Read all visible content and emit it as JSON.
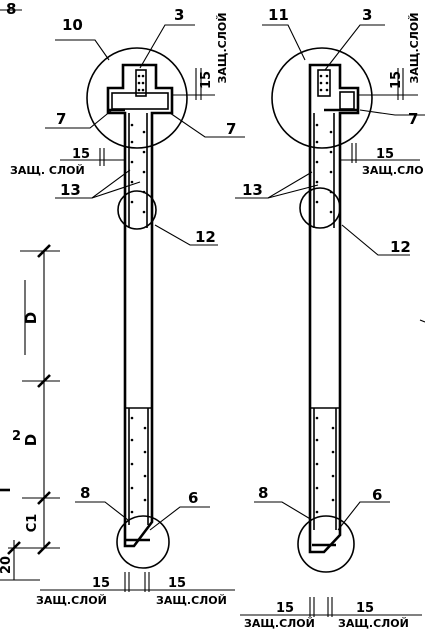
{
  "left_drawing": {
    "callouts": {
      "top_left": "10",
      "top_right": "3",
      "mid_left": "7",
      "mid_right": "7",
      "group": "13",
      "joint": "12",
      "bottom_left": "8",
      "bottom_right": "6"
    },
    "cover_top": {
      "value": "15",
      "label": "ЗАЩ.СЛОЙ"
    },
    "cover_left": {
      "value": "15",
      "label": "ЗАЩ. СЛОЙ"
    },
    "cover_bottom_left": {
      "value": "15",
      "label": "ЗАЩ.СЛОЙ"
    },
    "cover_bottom_right": {
      "value": "15",
      "label": "ЗАЩ.СЛОЙ"
    }
  },
  "right_drawing": {
    "callouts": {
      "top_left": "11",
      "top_right": "3",
      "mid_right": "7",
      "group": "13",
      "joint": "12",
      "bottom_left": "8",
      "bottom_right": "6"
    },
    "cover_top": {
      "value": "15",
      "label": "ЗАЩ.СЛОЙ"
    },
    "cover_right": {
      "value": "15",
      "label": "ЗАЩ.СЛО"
    },
    "cover_bottom_left": {
      "value": "15",
      "label": "ЗАЩ.СЛОЙ"
    },
    "cover_bottom_right": {
      "value": "15",
      "label": "ЗАЩ.СЛОЙ"
    }
  },
  "dimensions": {
    "upper_span": "D",
    "lower_span": "D",
    "end_span": "C1",
    "edge": "20",
    "edge_mark_top": "2",
    "corner_mark": "8"
  }
}
